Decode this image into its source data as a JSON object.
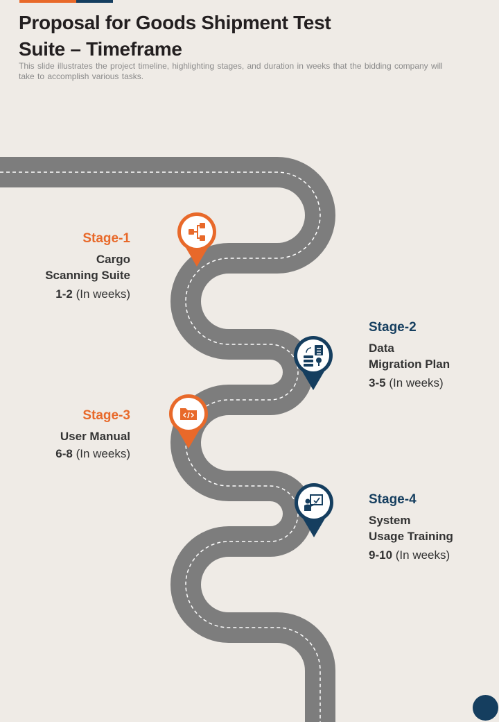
{
  "header": {
    "title_line1": "Proposal for Goods Shipment Test",
    "title_line2": "Suite – Timeframe",
    "subtitle_line1": "This slide illustrates the project timeline, highlighting stages, and duration in weeks that the bidding company will",
    "subtitle_line2": "take to accomplish various  tasks."
  },
  "colors": {
    "orange": "#e8692a",
    "navy": "#153e5f",
    "road": "#7d7d7d",
    "background": "#efebe6"
  },
  "stages": [
    {
      "title": "Stage-1",
      "name_line1": "Cargo",
      "name_line2": "Scanning Suite",
      "range": "1-2",
      "unit": "(In weeks)",
      "icon": "flowchart-icon",
      "color": "orange"
    },
    {
      "title": "Stage-2",
      "name_line1": "Data",
      "name_line2": "Migration Plan",
      "range": "3-5",
      "unit": "(In weeks)",
      "icon": "data-server-document-icon",
      "color": "navy"
    },
    {
      "title": "Stage-3",
      "name_line1": "User Manual",
      "range": "6-8",
      "unit": "(In weeks)",
      "icon": "code-folder-icon",
      "color": "orange"
    },
    {
      "title": "Stage-4",
      "name_line1": "System",
      "name_line2": "Usage Training",
      "range": "9-10",
      "unit": "(In weeks)",
      "icon": "presentation-board-icon",
      "color": "navy"
    }
  ]
}
